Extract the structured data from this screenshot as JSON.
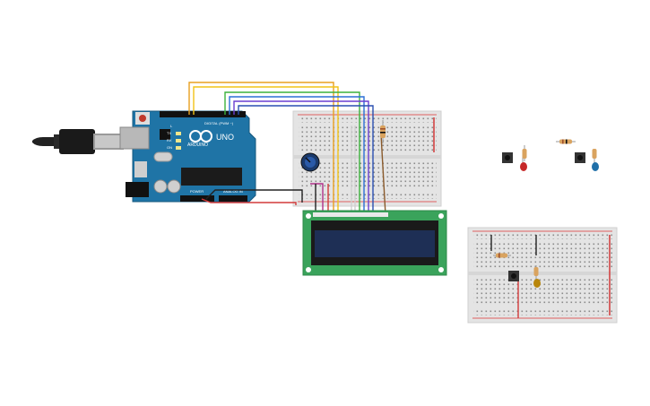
{
  "board": {
    "logo": "ARDUINO",
    "model": "UNO",
    "header_digital": "DIGITAL (PWM ~)",
    "header_power": "POWER",
    "header_analog": "ANALOG IN",
    "tx_label": "TX",
    "rx_label": "RX",
    "on_label": "ON",
    "l_label": "L"
  },
  "colors": {
    "arduino_blue": "#1f74a6",
    "breadboard": "#e4e4e4",
    "lcd_pcb": "#3aa35b",
    "lcd_screen": "#1e2f55",
    "wire_orange": "#e8a020",
    "wire_yellow": "#f2c318",
    "wire_green": "#3cb23c",
    "wire_blue": "#2a6fd6",
    "wire_purple": "#6a3fd0",
    "wire_red": "#d23a3a",
    "wire_black": "#222222",
    "wire_magenta": "#b0308a"
  },
  "icons": {
    "usb": "usb-cable-icon",
    "potentiometer": "potentiometer-icon",
    "pushbutton": "pushbutton-icon",
    "led_red": "red-led-icon",
    "led_blue": "blue-led-icon",
    "led_yellow": "yellow-led-icon",
    "resistor": "resistor-icon"
  }
}
